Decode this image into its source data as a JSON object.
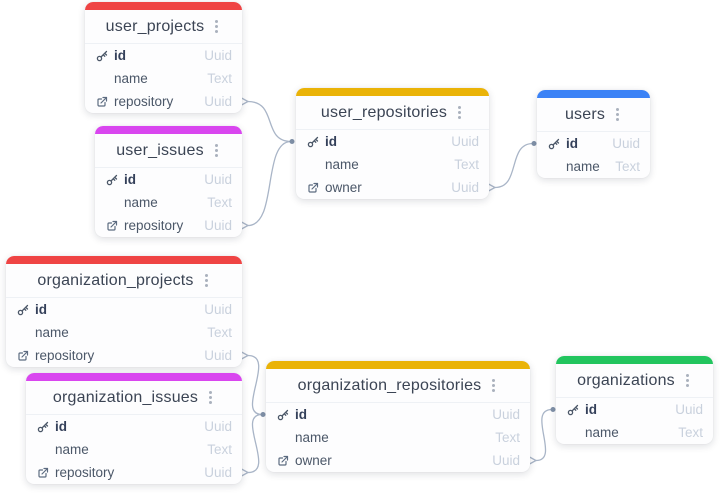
{
  "canvas": {
    "background": "#ffffff",
    "connector_color": "#a9b5c7",
    "connector_dot_color": "#8091a8"
  },
  "type_labels": {
    "uuid": "Uuid",
    "text": "Text"
  },
  "tables": [
    {
      "name": "user_projects",
      "accent_color": "#ef4444",
      "fields": [
        {
          "name": "id",
          "type": "Uuid",
          "key": "primary"
        },
        {
          "name": "name",
          "type": "Text",
          "key": "none"
        },
        {
          "name": "repository",
          "type": "Uuid",
          "key": "foreign"
        }
      ]
    },
    {
      "name": "user_issues",
      "accent_color": "#d946ef",
      "fields": [
        {
          "name": "id",
          "type": "Uuid",
          "key": "primary"
        },
        {
          "name": "name",
          "type": "Text",
          "key": "none"
        },
        {
          "name": "repository",
          "type": "Uuid",
          "key": "foreign"
        }
      ]
    },
    {
      "name": "user_repositories",
      "accent_color": "#eab308",
      "fields": [
        {
          "name": "id",
          "type": "Uuid",
          "key": "primary"
        },
        {
          "name": "name",
          "type": "Text",
          "key": "none"
        },
        {
          "name": "owner",
          "type": "Uuid",
          "key": "foreign"
        }
      ]
    },
    {
      "name": "users",
      "accent_color": "#3b82f6",
      "fields": [
        {
          "name": "id",
          "type": "Uuid",
          "key": "primary"
        },
        {
          "name": "name",
          "type": "Text",
          "key": "none"
        }
      ]
    },
    {
      "name": "organization_projects",
      "accent_color": "#ef4444",
      "fields": [
        {
          "name": "id",
          "type": "Uuid",
          "key": "primary"
        },
        {
          "name": "name",
          "type": "Text",
          "key": "none"
        },
        {
          "name": "repository",
          "type": "Uuid",
          "key": "foreign"
        }
      ]
    },
    {
      "name": "organization_issues",
      "accent_color": "#d946ef",
      "fields": [
        {
          "name": "id",
          "type": "Uuid",
          "key": "primary"
        },
        {
          "name": "name",
          "type": "Text",
          "key": "none"
        },
        {
          "name": "repository",
          "type": "Uuid",
          "key": "foreign"
        }
      ]
    },
    {
      "name": "organization_repositories",
      "accent_color": "#eab308",
      "fields": [
        {
          "name": "id",
          "type": "Uuid",
          "key": "primary"
        },
        {
          "name": "name",
          "type": "Text",
          "key": "none"
        },
        {
          "name": "owner",
          "type": "Uuid",
          "key": "foreign"
        }
      ]
    },
    {
      "name": "organizations",
      "accent_color": "#22c55e",
      "fields": [
        {
          "name": "id",
          "type": "Uuid",
          "key": "primary"
        },
        {
          "name": "name",
          "type": "Text",
          "key": "none"
        }
      ]
    }
  ],
  "relations": [
    {
      "from": "user_projects.repository",
      "to": "user_repositories.id"
    },
    {
      "from": "user_issues.repository",
      "to": "user_repositories.id"
    },
    {
      "from": "user_repositories.owner",
      "to": "users.id"
    },
    {
      "from": "organization_projects.repository",
      "to": "organization_repositories.id"
    },
    {
      "from": "organization_issues.repository",
      "to": "organization_repositories.id"
    },
    {
      "from": "organization_repositories.owner",
      "to": "organizations.id"
    }
  ]
}
